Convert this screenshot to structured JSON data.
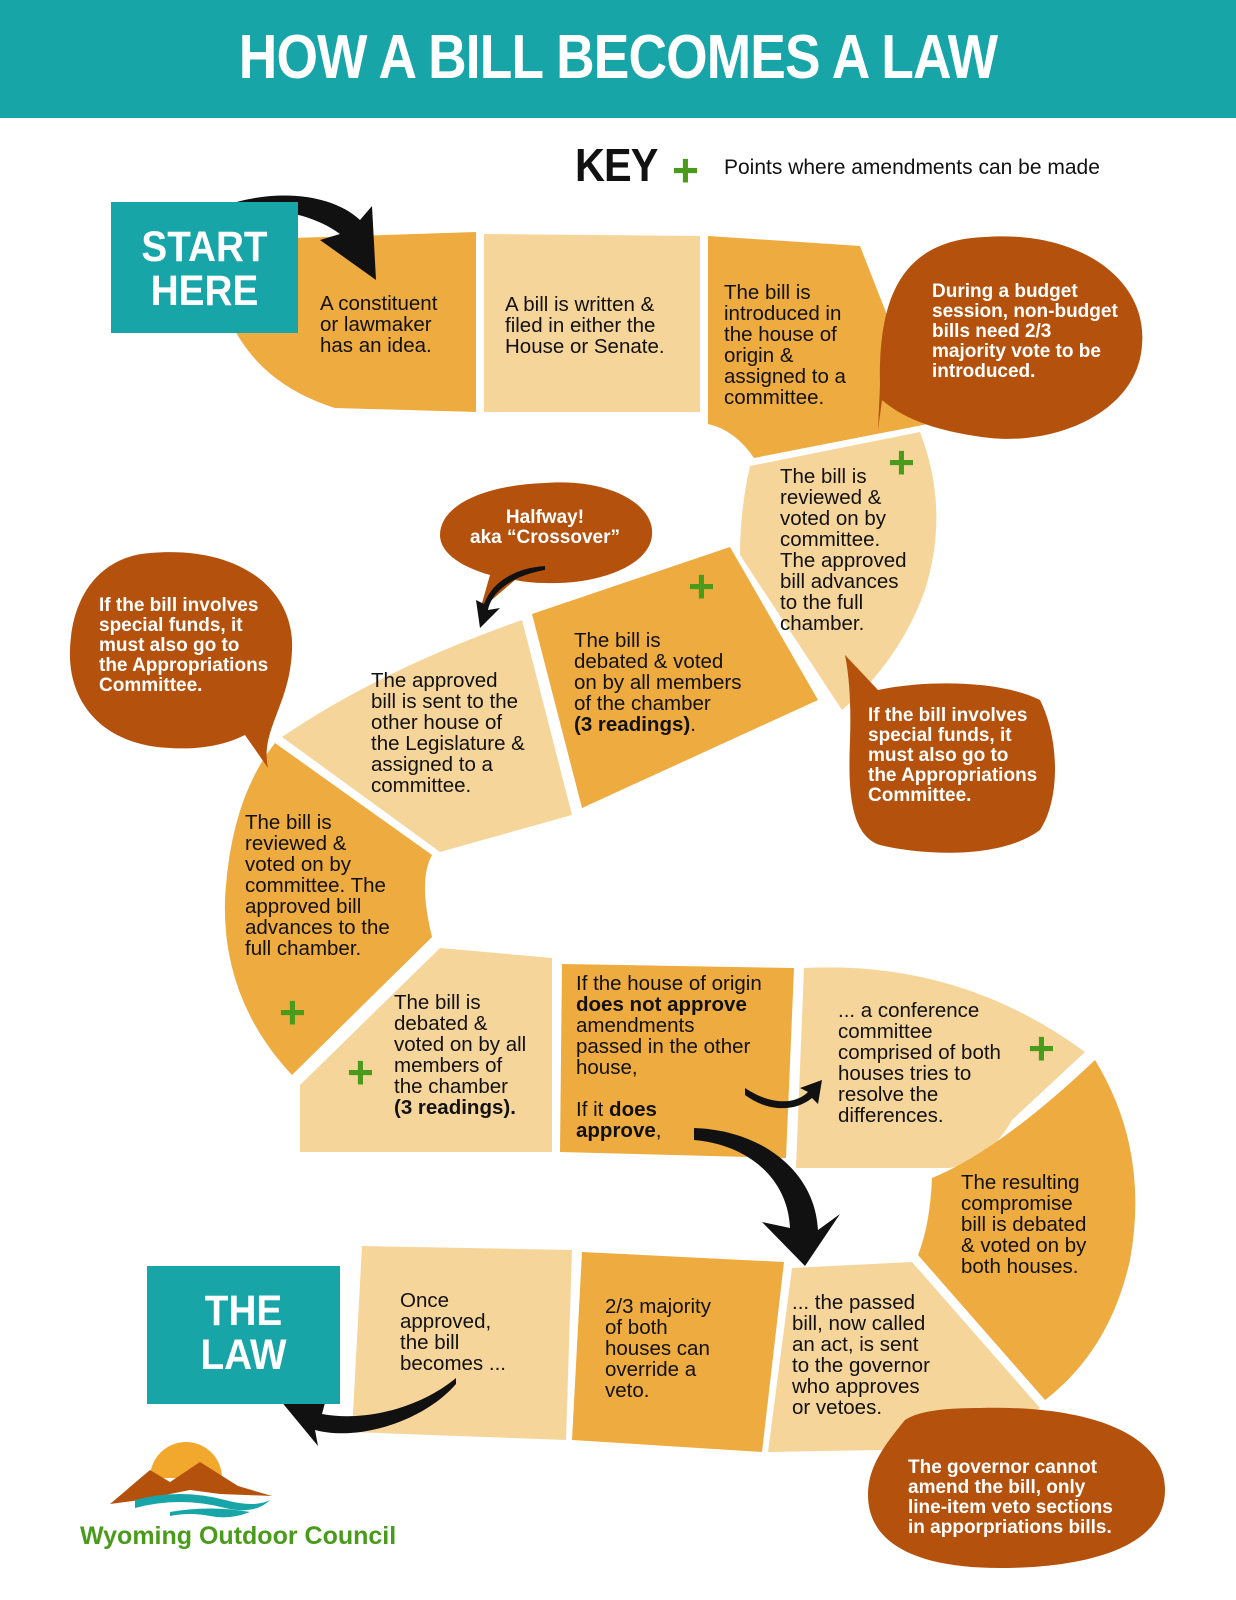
{
  "title": "HOW A BILL BECOMES A LAW",
  "key": {
    "label": "KEY",
    "symbol": "+",
    "text": "Points where amendments can be made"
  },
  "start": {
    "label": "START\nHERE"
  },
  "end": {
    "label": "THE\nLAW"
  },
  "steps": [
    {
      "id": "step-1",
      "text": "A constituent\nor lawmaker\nhas an idea."
    },
    {
      "id": "step-2",
      "text": "A bill is written &\nfiled in either the\nHouse or Senate."
    },
    {
      "id": "step-3",
      "text": "The bill is\nintroduced in\nthe house of\norigin &\nassigned to a\ncommittee."
    },
    {
      "id": "step-4",
      "text": "The bill is\nreviewed &\nvoted on by\ncommittee.\nThe approved\nbill advances\nto the full\nchamber."
    },
    {
      "id": "step-5",
      "text": "The bill is\ndebated & voted\non by all members\nof the chamber",
      "bold": "(3 readings)",
      "tail": "."
    },
    {
      "id": "step-6",
      "text": "The approved\nbill is sent to the\nother house of\nthe Legislature &\nassigned to a\ncommittee."
    },
    {
      "id": "step-7",
      "text": "The bill is\nreviewed &\nvoted on by\ncommittee. The\napproved bill\nadvances to the\nfull chamber."
    },
    {
      "id": "step-8",
      "text": "The bill is\ndebated &\nvoted on by all\nmembers of\nthe chamber",
      "bold": "(3 readings)."
    },
    {
      "id": "step-9",
      "text_a": "If the house of origin",
      "bold_a": "does not approve",
      "text_b": "amendments\npassed in the other\nhouse,",
      "text_c": "If it",
      "bold_c": "does",
      "bold_d": "approve",
      "tail_d": ","
    },
    {
      "id": "step-10",
      "text": "... a conference\ncommittee\ncomprised of both\nhouses tries to\nresolve the\ndifferences."
    },
    {
      "id": "step-11",
      "text": "The resulting\ncompromise\nbill is debated\n& voted on by\nboth houses."
    },
    {
      "id": "step-12",
      "text": "... the passed\nbill, now called\nan act, is sent\nto the governor\nwho approves\nor vetoes."
    },
    {
      "id": "step-13",
      "text": "2/3 majority\nof both\nhouses can\noverride a\nveto."
    },
    {
      "id": "step-14",
      "text": "Once\napproved,\nthe bill\nbecomes ..."
    }
  ],
  "callouts": {
    "budget": "During a budget\nsession, non-budget\nbills need 2/3\nmajority vote to be\nintroduced.",
    "halfway": "Halfway!\naka “Crossover”",
    "funds_left": "If the bill involves\nspecial funds, it\nmust also go to\nthe Appropriations\nCommittee.",
    "funds_right": "If the bill involves\nspecial funds, it\nmust also go to\nthe Appropriations\nCommittee.",
    "governor": "The governor cannot\namend the bill, only\nline-item veto sections\nin apporpriations bills."
  },
  "logo": {
    "text": "Wyoming Outdoor Council"
  },
  "colors": {
    "teal": "#17a5a8",
    "dark_orange": "#eeab3f",
    "light_orange": "#f6d59a",
    "rust": "#b4520d",
    "green": "#4a9a1c"
  }
}
